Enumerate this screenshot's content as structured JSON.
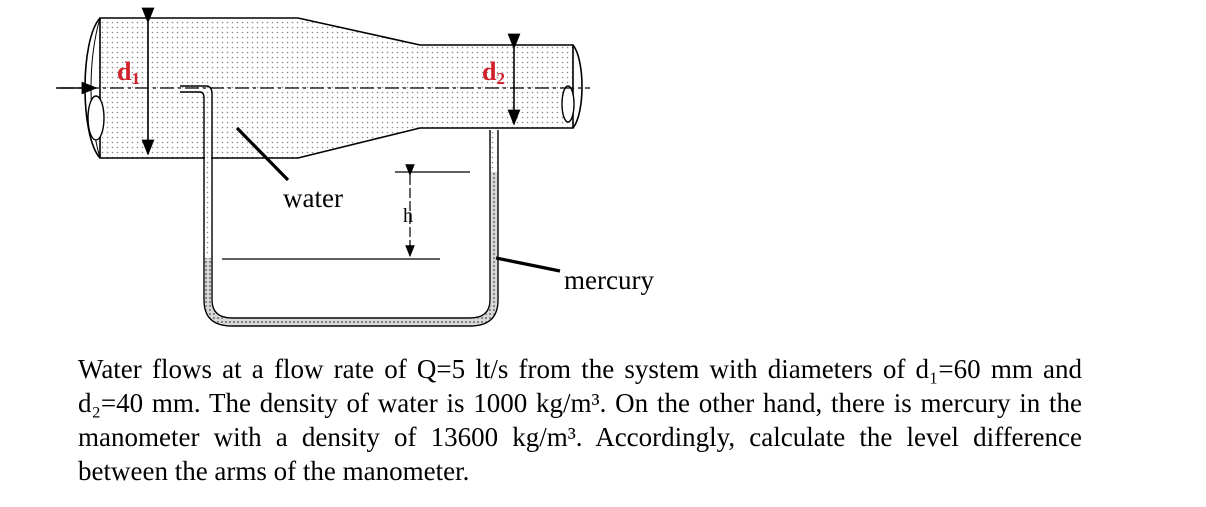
{
  "diagram": {
    "labels": {
      "d1": {
        "main": "d",
        "sub": "1"
      },
      "d2": {
        "main": "d",
        "sub": "2"
      },
      "water": "water",
      "h": "h",
      "mercury": "mercury"
    }
  },
  "problem": {
    "text": "Water flows at a flow rate of Q=5 lt/s from the system with diameters of d₁=60 mm and d₂=40 mm. The density of water is 1000 kg/m³. On the other hand, there is mercury in the manometer with a density of 13600 kg/m³. Accordingly, calculate the level difference between the arms of the manometer."
  }
}
